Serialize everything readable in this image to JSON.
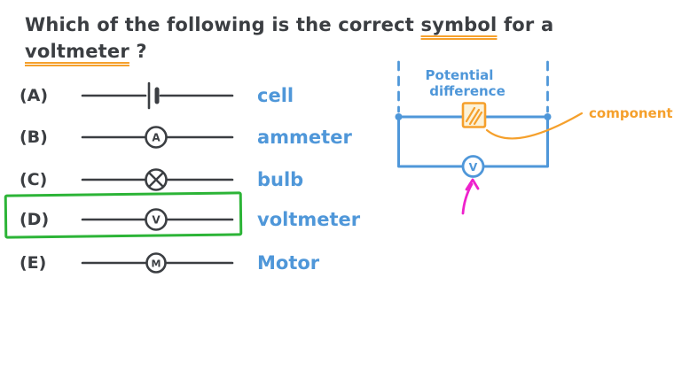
{
  "question": {
    "line1": [
      {
        "text": "Which of the following is the correct "
      },
      {
        "text": "symbol",
        "underline": true
      },
      {
        "text": " for a"
      }
    ],
    "line2": [
      {
        "text": "voltmeter",
        "underline": true
      },
      {
        "text": " ?"
      }
    ]
  },
  "options": [
    {
      "id": "(A)",
      "symbol": "cell",
      "label": "cell"
    },
    {
      "id": "(B)",
      "symbol": "ammeter",
      "letter": "A",
      "label": "ammeter"
    },
    {
      "id": "(C)",
      "symbol": "bulb",
      "label": "bulb"
    },
    {
      "id": "(D)",
      "symbol": "voltmeter",
      "letter": "V",
      "label": "voltmeter",
      "selected": true
    },
    {
      "id": "(E)",
      "symbol": "motor",
      "letter": "M",
      "label": "Motor"
    }
  ],
  "diagram": {
    "annotation_top": [
      "Potential",
      "difference"
    ],
    "component_label": "component",
    "voltmeter_letter": "V"
  },
  "colors": {
    "ink": "#3b3e42",
    "blue": "#4f97d9",
    "orange": "#f5a02c",
    "green": "#2cb437",
    "magenta": "#ee22cc"
  }
}
